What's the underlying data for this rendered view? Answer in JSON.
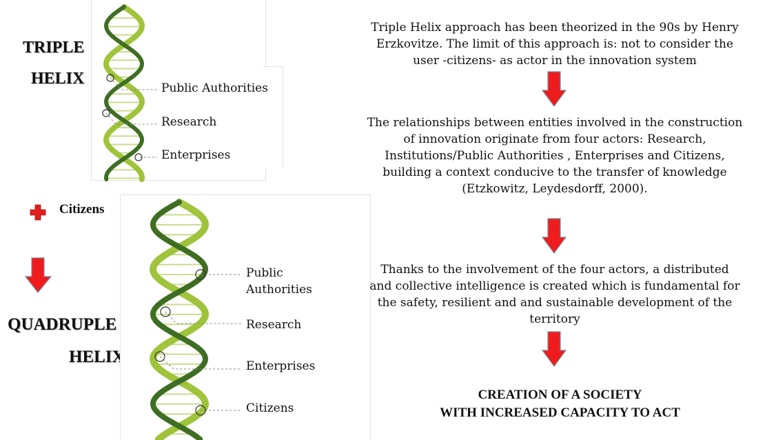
{
  "triple": {
    "title_line1": "TRIPLE",
    "title_line2": "HELIX",
    "labels": [
      "Public Authorities",
      "Research",
      "Enterprises"
    ]
  },
  "plus": {
    "label": "Citizens"
  },
  "quadruple": {
    "title_line1": "QUADRUPLE",
    "title_line2": "HELIX",
    "labels": [
      "Public",
      "Authorities",
      "Research",
      "Enterprises",
      "Citizens"
    ]
  },
  "steps": [
    {
      "lines": [
        "Triple Helix approach has been theorized in the 90s by Henry",
        "Erzkovitze. The limit of this approach is: not to consider the",
        "user -citizens- as actor in the innovation system"
      ]
    },
    {
      "lines": [
        "The relationships between entities involved in the construction",
        "of innovation originate from four actors: Research,",
        "Institutions/Public Authorities , Enterprises and Citizens,",
        "building a context conducive to the transfer of knowledge",
        "(Etzkowitz, Leydesdorff, 2000)."
      ]
    },
    {
      "lines": [
        "Thanks to the involvement of the four actors, a distributed",
        "and collective intelligence is created which is fundamental for",
        "the safety, resilient and and sustainable development of the",
        "territory"
      ]
    }
  ],
  "conclusion": {
    "line1": "CREATION OF A SOCIETY",
    "line2": "WITH INCREASED CAPACITY TO ACT"
  },
  "colors": {
    "helix_dark": "#3f6e23",
    "helix_light": "#9fc43c",
    "arrow_fill": "#ee1c1c",
    "arrow_stroke": "#7a8aa0",
    "plus_fill": "#e02020"
  }
}
